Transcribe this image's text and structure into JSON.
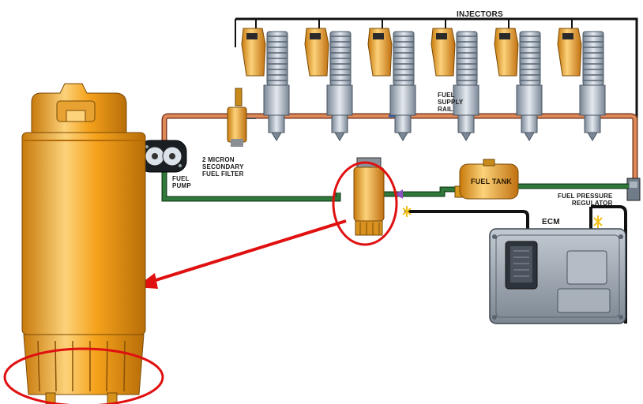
{
  "labels": {
    "injectors": "INJECTORS",
    "fuel_supply_rail": [
      "FUEL",
      "SUPPLY",
      "RAIL"
    ],
    "secondary_filter": [
      "2 MICRON",
      "SECONDARY",
      "FUEL FILTER"
    ],
    "fuel_pump": [
      "FUEL",
      "PUMP"
    ],
    "fuel_tank": "FUEL TANK",
    "fuel_pressure_regulator": [
      "FUEL PRESSURE",
      "REGULATOR"
    ],
    "ecm": "ECM"
  },
  "colors": {
    "filter_body": "#f5a21c",
    "filter_highlight": "#fcd27a",
    "supply_line": "#e08a5a",
    "return_line": "#2f7a3a",
    "highlight_circle": "#e01010",
    "ecm_body": "#9aa3ad",
    "wire": "#111111"
  }
}
